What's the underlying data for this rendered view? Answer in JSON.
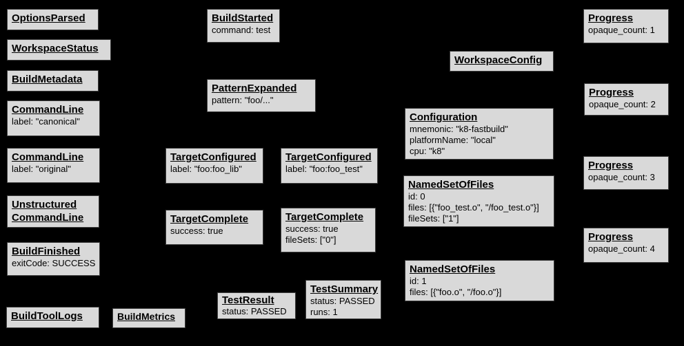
{
  "diagram": {
    "colors": {
      "background": "#000000",
      "box_fill": "#d9d9d9",
      "box_border": "#404040",
      "text": "#000000"
    },
    "boxes": [
      {
        "title": "OptionsParsed",
        "lines": []
      },
      {
        "title": "WorkspaceStatus",
        "lines": []
      },
      {
        "title": "BuildMetadata",
        "lines": []
      },
      {
        "title": "CommandLine",
        "lines": [
          "label: \"canonical\""
        ]
      },
      {
        "title": "CommandLine",
        "lines": [
          "label: \"original\""
        ]
      },
      {
        "title": "Unstructured\nCommandLine",
        "lines": []
      },
      {
        "title": "BuildFinished",
        "lines": [
          "exitCode: SUCCESS"
        ]
      },
      {
        "title": "BuildToolLogs",
        "lines": []
      },
      {
        "title": "BuildMetrics",
        "lines": []
      },
      {
        "title": "BuildStarted",
        "lines": [
          "command: test"
        ]
      },
      {
        "title": "PatternExpanded",
        "lines": [
          "pattern: \"foo/...\""
        ]
      },
      {
        "title": "TargetConfigured",
        "lines": [
          "label: \"foo:foo_lib\""
        ]
      },
      {
        "title": "TargetConfigured",
        "lines": [
          "label: \"foo:foo_test\""
        ]
      },
      {
        "title": "TargetComplete",
        "lines": [
          "success: true"
        ]
      },
      {
        "title": "TargetComplete",
        "lines": [
          "success: true",
          "fileSets: [\"0\"]"
        ]
      },
      {
        "title": "TestResult",
        "lines": [
          "status: PASSED"
        ]
      },
      {
        "title": "TestSummary",
        "lines": [
          "status: PASSED",
          "runs: 1"
        ]
      },
      {
        "title": "WorkspaceConfig",
        "lines": []
      },
      {
        "title": "Configuration",
        "lines": [
          "mnemonic: \"k8-fastbuild\"",
          "platformName: \"local\"",
          "cpu: \"k8\""
        ]
      },
      {
        "title": "NamedSetOfFiles",
        "lines": [
          "id: 0",
          "files: [{\"foo_test.o\", \"/foo_test.o\"}]",
          "fileSets: [\"1\"]"
        ]
      },
      {
        "title": "NamedSetOfFiles",
        "lines": [
          "id: 1",
          "files: [{\"foo.o\", \"/foo.o\"}]"
        ]
      },
      {
        "title": "Progress",
        "lines": [
          "opaque_count: 1"
        ]
      },
      {
        "title": "Progress",
        "lines": [
          "opaque_count: 2"
        ]
      },
      {
        "title": "Progress",
        "lines": [
          "opaque_count: 3"
        ]
      },
      {
        "title": "Progress",
        "lines": [
          "opaque_count: 4"
        ]
      }
    ]
  }
}
